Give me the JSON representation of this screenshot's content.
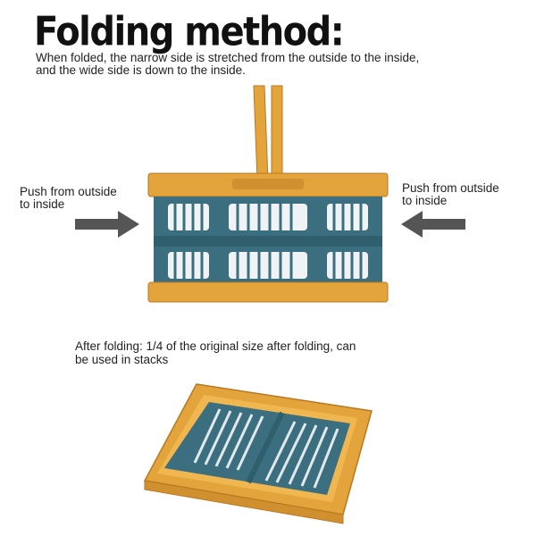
{
  "title": "Folding method:",
  "description": {
    "line1": "When folded, the narrow side is stretched from the outside to the inside,",
    "line2": "and the wide side is down to the inside."
  },
  "push_left": {
    "line1": "Push from outside",
    "line2": "to inside"
  },
  "push_right": {
    "line1": "Push from outside",
    "line2": "to inside"
  },
  "after_folding": {
    "line1": "After folding: 1/4 of the original size after folding, can",
    "line2": "be used in stacks"
  },
  "colors": {
    "basket_frame": "#e3a43b",
    "basket_body": "#3b6e7f",
    "arrow": "#555555"
  },
  "images": {
    "open_basket": "open-folding-basket-with-handle",
    "folded_basket": "folded-flat-basket"
  }
}
